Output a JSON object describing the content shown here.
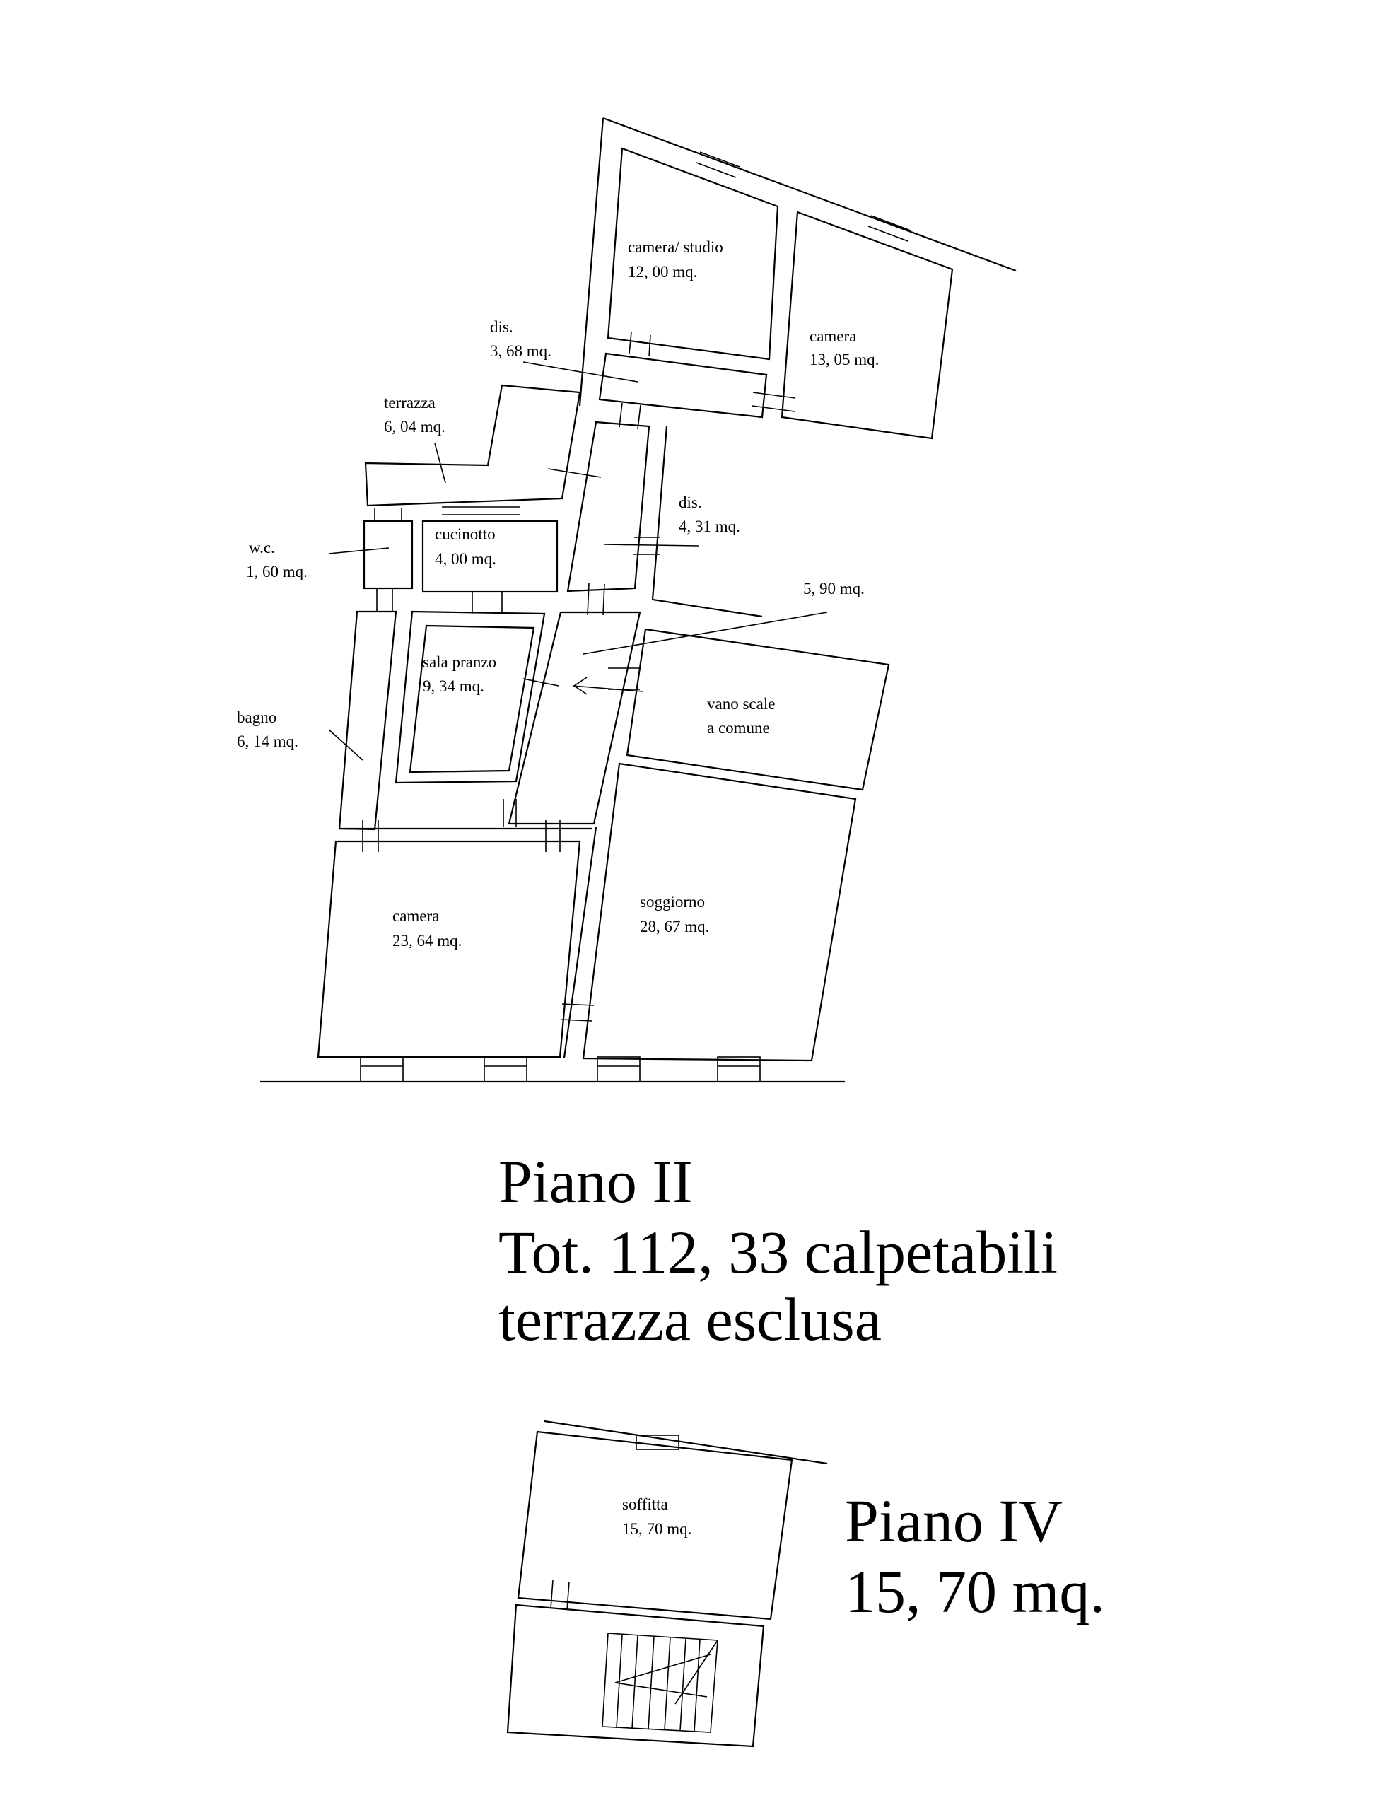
{
  "floor2": {
    "rooms": [
      {
        "id": "camera-studio",
        "name": "camera/ studio",
        "area": "12, 00 mq."
      },
      {
        "id": "camera-ne",
        "name": "camera",
        "area": "13, 05 mq."
      },
      {
        "id": "dis-upper",
        "name": "dis.",
        "area": "3, 68 mq."
      },
      {
        "id": "terrazza",
        "name": "terrazza",
        "area": "6, 04 mq."
      },
      {
        "id": "dis-middle",
        "name": "dis.",
        "area": "4, 31 mq."
      },
      {
        "id": "wc",
        "name": "w.c.",
        "area": "1, 60 mq."
      },
      {
        "id": "cucinotto",
        "name": "cucinotto",
        "area": "4, 00 mq."
      },
      {
        "id": "corridor",
        "name": "",
        "area": "5, 90 mq."
      },
      {
        "id": "sala-pranzo",
        "name": "sala pranzo",
        "area": "9, 34 mq."
      },
      {
        "id": "vano-scale",
        "name": "vano scale",
        "area": "a comune"
      },
      {
        "id": "bagno",
        "name": "bagno",
        "area": "6, 14 mq."
      },
      {
        "id": "camera-sw",
        "name": "camera",
        "area": "23, 64 mq."
      },
      {
        "id": "soggiorno",
        "name": "soggiorno",
        "area": "28, 67 mq."
      }
    ],
    "title_line1": "Piano II",
    "title_line2": "Tot. 112, 33 calpetabili",
    "title_line3": "terrazza esclusa"
  },
  "floor4": {
    "room_name": "soffitta",
    "room_area": "15, 70 mq.",
    "title_line1": "Piano IV",
    "title_line2": "15, 70 mq."
  }
}
